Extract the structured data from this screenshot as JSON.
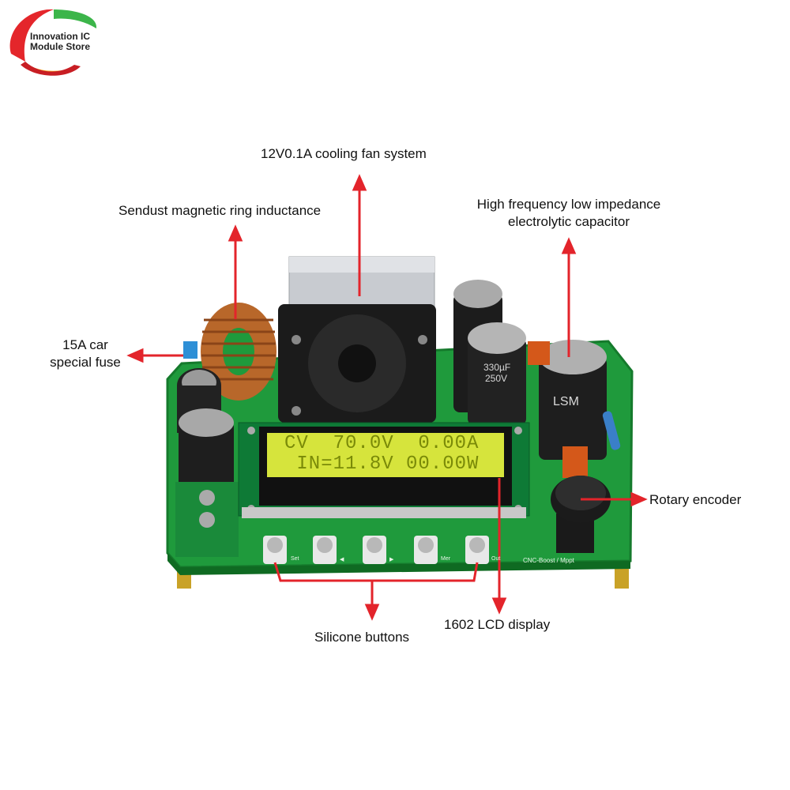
{
  "logo": {
    "line1": "Innovation IC",
    "line2": "Module Store",
    "colors": [
      "#e4262b",
      "#f5a623",
      "#3cb54a"
    ]
  },
  "annotations": {
    "fan": "12V0.1A cooling fan system",
    "inductance": "Sendust magnetic ring inductance",
    "capacitor_line1": "High frequency low impedance",
    "capacitor_line2": "electrolytic capacitor",
    "fuse_line1": "15A car",
    "fuse_line2": "special fuse",
    "encoder": "Rotary encoder",
    "buttons": "Silicone buttons",
    "lcd": "1602 LCD display"
  },
  "lcd": {
    "row1": "CV  70.0V  0.00A",
    "row2": " IN=11.8V 00.00W"
  },
  "board": {
    "button_labels": [
      "Set",
      "◀",
      "▶",
      "Mer",
      "Out"
    ],
    "model_text": "CNC-Boost / Mppt",
    "capacitor_text": [
      "330µF",
      "250V"
    ],
    "brand_text": "LSM"
  },
  "colors": {
    "arrow": "#e3242b",
    "pcb": "#1f9a3c",
    "lcd_bg": "#d6e43c"
  }
}
